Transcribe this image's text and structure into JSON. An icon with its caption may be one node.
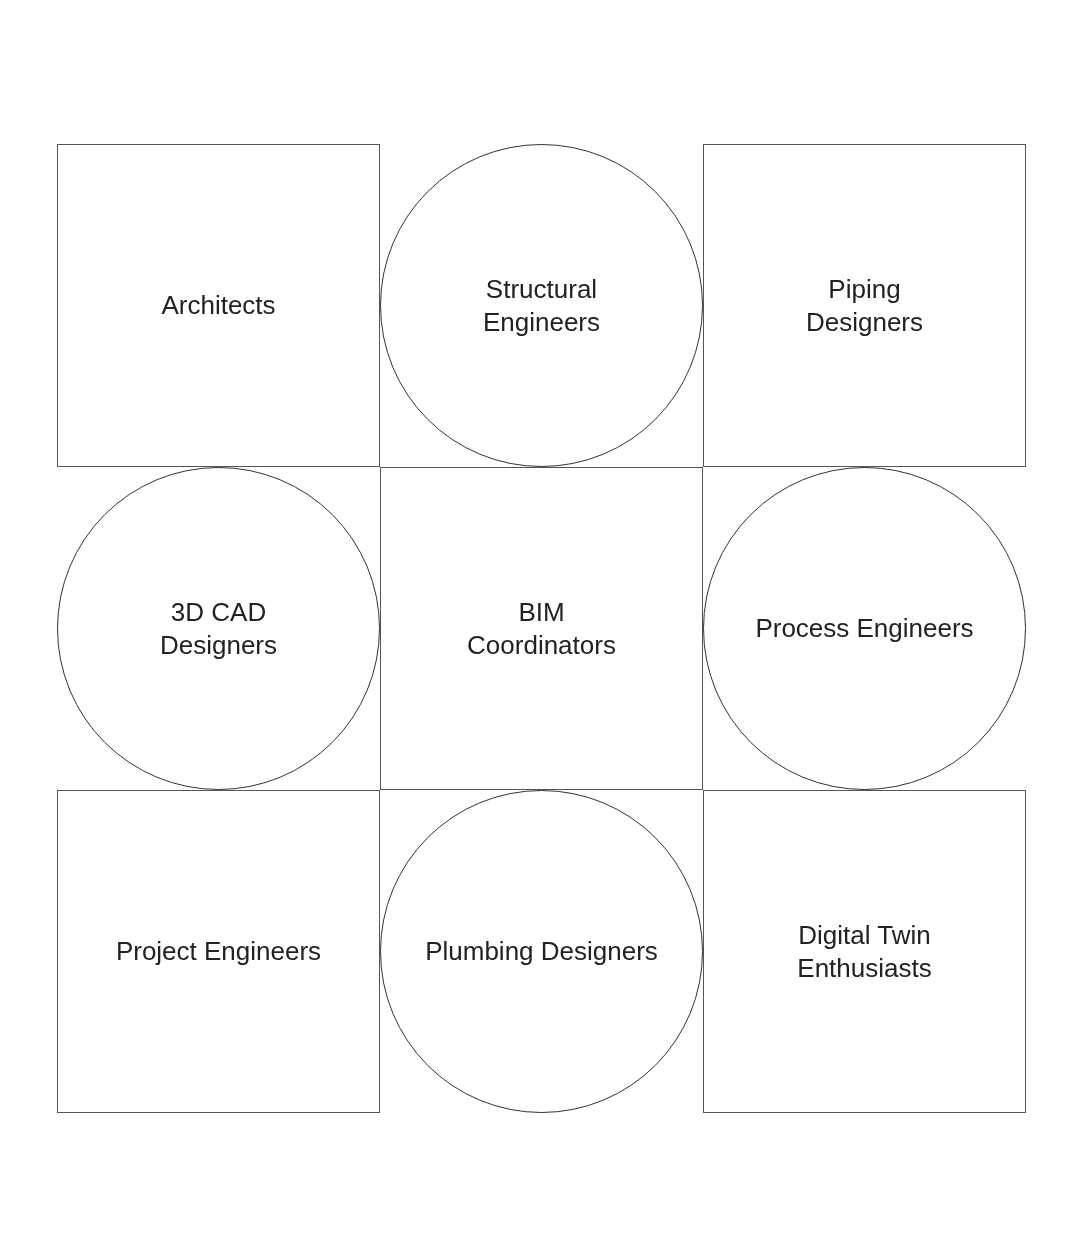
{
  "diagram": {
    "nodes": [
      {
        "text": [
          "Architects"
        ]
      },
      {
        "text": [
          "Structural Engineers"
        ]
      },
      {
        "text": [
          "Piping Designers"
        ]
      },
      {
        "text": [
          "3D CAD Designers"
        ]
      },
      {
        "text": [
          "BIM Coordinators"
        ]
      },
      {
        "text": [
          "Process Engineers"
        ]
      },
      {
        "text": [
          "Project Engineers"
        ]
      },
      {
        "text": [
          "Plumbing Designers"
        ]
      },
      {
        "text": [
          "Digital Twin Enthusiasts"
        ]
      }
    ]
  }
}
